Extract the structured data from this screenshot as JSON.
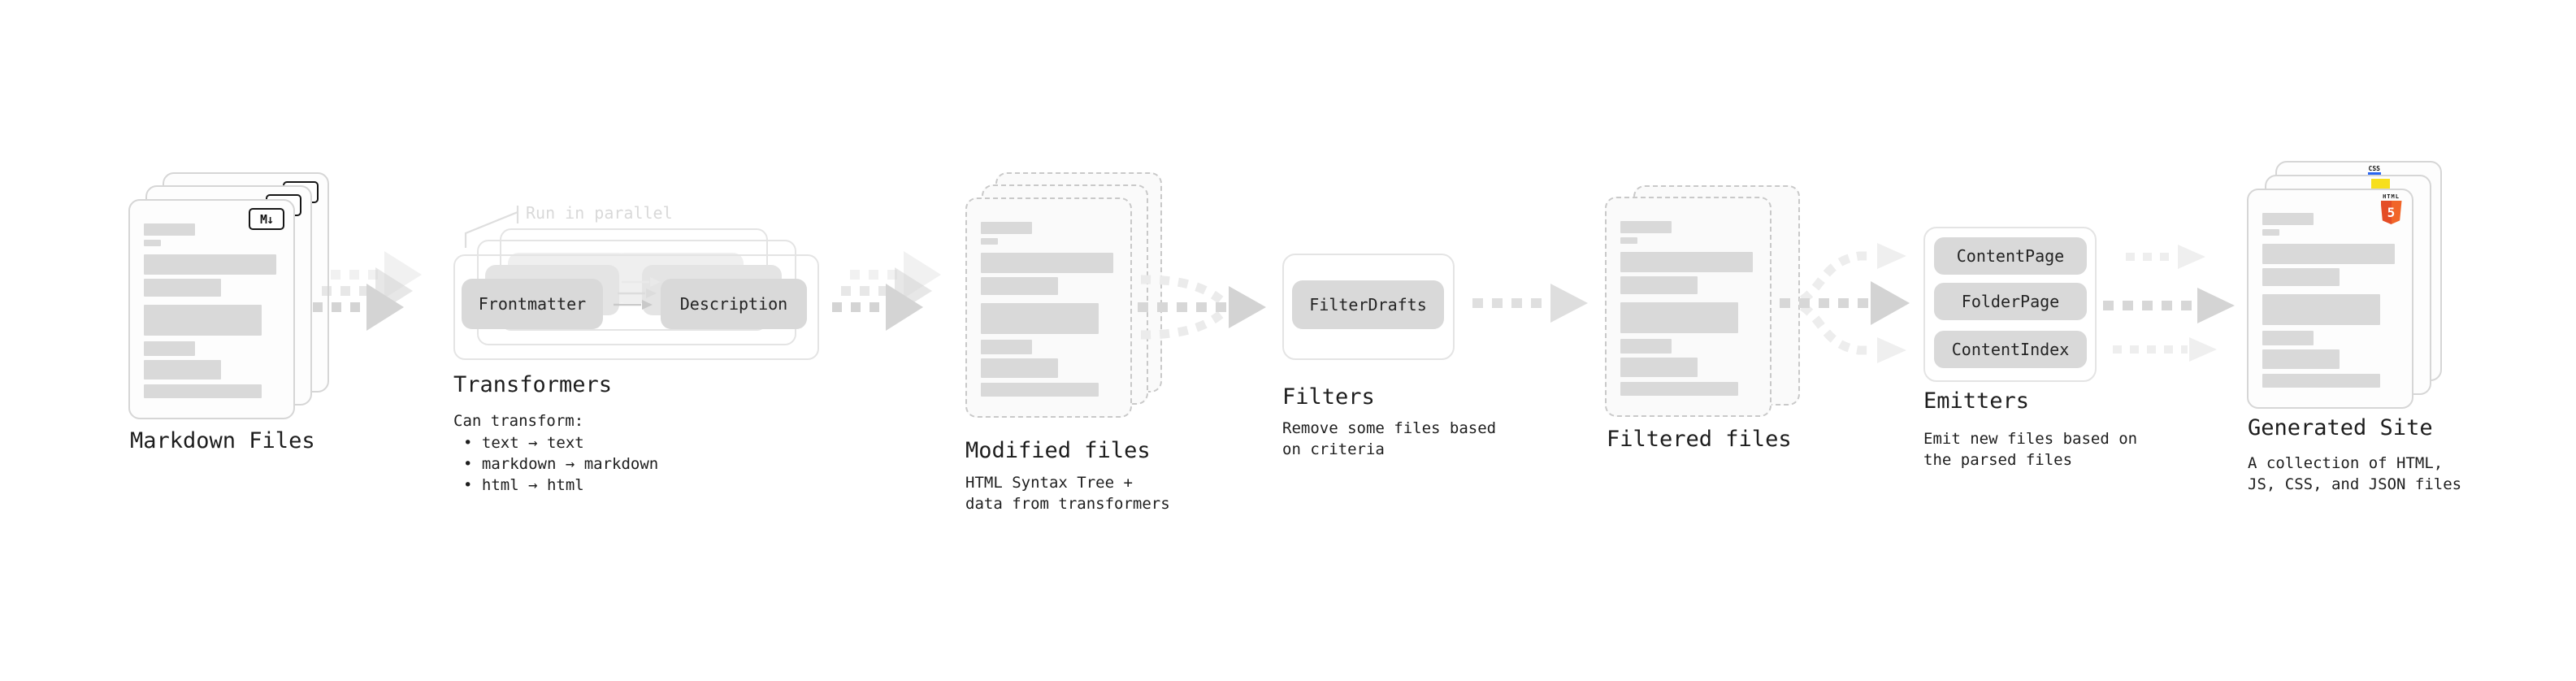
{
  "pipeline": {
    "markdown": {
      "label": "Markdown Files",
      "badge": "M↓"
    },
    "transformers": {
      "annotation": "Run in parallel",
      "source_chip": "Frontmatter",
      "target_chip": "Description",
      "label": "Transformers",
      "note_title": "Can transform:",
      "bullets": [
        "text → text",
        "markdown → markdown",
        "html → html"
      ]
    },
    "modified": {
      "label": "Modified files",
      "note": "HTML Syntax Tree +\ndata from transformers"
    },
    "filters": {
      "label": "Filters",
      "chip": "FilterDrafts",
      "note": "Remove some files based\non criteria"
    },
    "filtered": {
      "label": "Filtered files"
    },
    "emitters": {
      "label": "Emitters",
      "chips": [
        "ContentPage",
        "FolderPage",
        "ContentIndex"
      ],
      "note": "Emit new files based on\nthe parsed files"
    },
    "generated": {
      "label": "Generated Site",
      "note": "A collection of HTML,\nJS, CSS, and JSON files",
      "html5_badge_title": "HTML",
      "html5_badge_number": "5",
      "css_badge": "CSS"
    }
  },
  "colors": {
    "ink": "#1d1d1d",
    "annotation_gray": "#d9d9d9",
    "bar_gray": "#d9d9d9",
    "chip_gray": "#d9d9d9",
    "container_border": "#e4e4e4",
    "card_border": "#d6d6d6",
    "dashed_border": "#c9c9c9",
    "arrow_gray": "#d4d4d4",
    "arrow_light": "#ededed",
    "html5_orange": "#e44d26",
    "html5_orange_light": "#f16529",
    "js_yellow": "#f7df1e",
    "css_blue": "#2965f1"
  }
}
